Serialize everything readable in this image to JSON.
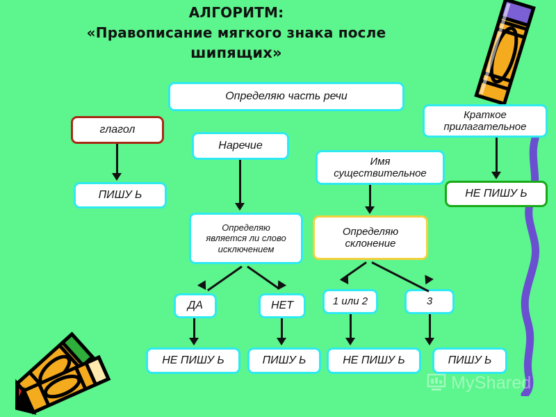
{
  "title": {
    "line1": "АЛГОРИТМ:",
    "line2": "«Правописание мягкого знака после",
    "line3": "шипящих»"
  },
  "colors": {
    "background": "#5df58d",
    "box_fill": "#ffffff",
    "border_cyan": "#2ee9f0",
    "border_red": "#a82a16",
    "border_green": "#18a818",
    "border_gold": "#f2d13c",
    "connector": "#111111",
    "squiggle": "#6a4fd0",
    "crayon_body": "#f5ab1e",
    "crayon_tip_purple": "#7b5fd4",
    "crayon_tip_green": "#2fae3c",
    "crayon_tip_red": "#d9242a"
  },
  "nodes": {
    "root": "Определяю часть речи",
    "verb": "глагол",
    "adverb": "Наречие",
    "noun_line1": "Имя",
    "noun_line2": "существительное",
    "short_adj_line1": "Краткое",
    "short_adj_line2": "прилагательное",
    "verb_result": "ПИШУ Ь",
    "short_adj_result": "НЕ ПИШУ Ь",
    "exception_line1": "Определяю",
    "exception_line2": "является ли слово",
    "exception_line3": "исключением",
    "declension_line1": "Определяю",
    "declension_line2": "склонение",
    "yes": "ДА",
    "no": "НЕТ",
    "decl_1_or_2": "1 или 2",
    "decl_3": "3",
    "yes_result": "НЕ ПИШУ Ь",
    "no_result": "ПИШУ Ь",
    "decl12_result": "НЕ ПИШУ Ь",
    "decl3_result": "ПИШУ Ь"
  },
  "decorations": {
    "crayon_top_right": "crayon-icon",
    "crayons_bottom_left": "crossed-crayons-icon",
    "squiggle": "squiggle-line-icon"
  },
  "watermark": {
    "text": "MyShared",
    "icon": "myshared-logo-icon"
  }
}
